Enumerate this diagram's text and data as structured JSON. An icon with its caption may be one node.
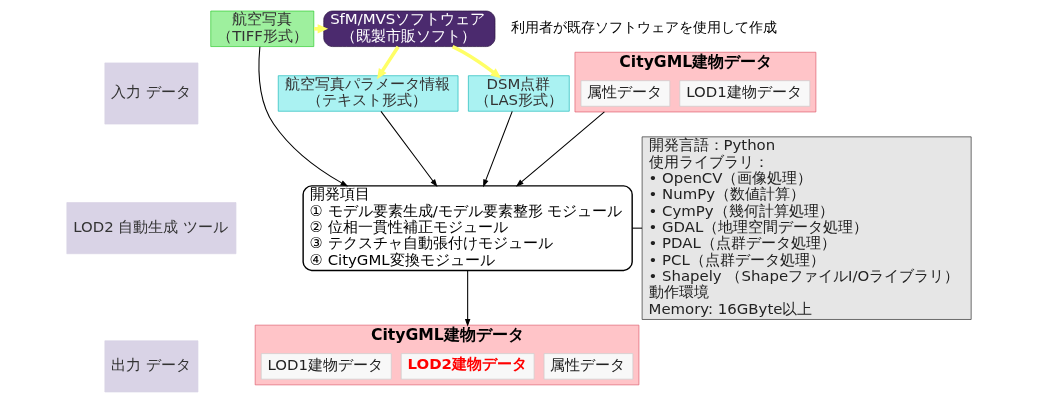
{
  "diagram": {
    "nodes": [
      {
        "text": [
          "入力 データ"
        ]
      },
      {
        "text": [
          "LOD2 自動生成 ツール"
        ]
      },
      {
        "text": [
          "出力 データ"
        ]
      },
      {
        "text": [
          "航空写真",
          "（TIFF形式）"
        ]
      },
      {
        "text": [
          "SfM/MVSソフトウェア",
          "（既製市販ソフト）"
        ]
      },
      {
        "text": [
          "航空写真パラメータ情報",
          "（テキスト形式）"
        ]
      },
      {
        "text": [
          "DSM点群",
          "（LAS形式）"
        ]
      },
      {
        "text": [
          "CityGML建物データ"
        ]
      },
      {
        "text": [
          "LOD1建物データ"
        ],
        "in": 7
      },
      {
        "text": [
          "属性データ"
        ],
        "in": 7
      },
      {
        "text": [
          "開発項目",
          "① モデル要素生成/モデル要素整形 モジュール",
          "② 位相一貫性補正モジュール",
          "③ テクスチャ自動張付けモジュール",
          "④ CityGML変換モジュール"
        ]
      },
      {
        "text": [
          "開発言語：Python",
          "使用ライブラリ：",
          "• OpenCV（画像処理）",
          "• NumPy（数値計算）",
          "• CymPy（幾何計算処理）",
          "• GDAL（地理空間データ処理）",
          "• PDAL（点群データ処理）",
          "• PCL（点群データ処理）",
          "• Shapely （ShapeファイルI/Oライブラリ）",
          "動作環境",
          "Memory: 16GByte以上"
        ]
      },
      {
        "text": [
          "CityGML建物データ"
        ]
      },
      {
        "text": [
          "LOD1建物データ"
        ],
        "in": 12
      },
      {
        "text": [
          "LOD2建物データ"
        ],
        "in": 12
      },
      {
        "text": [
          "属性データ"
        ],
        "in": 12
      }
    ],
    "edges": [
      {
        "from": 3,
        "to": 4,
        "arrow": "to",
        "style": "thick",
        "color": "#ffff66"
      },
      {
        "from": 4,
        "to": 5,
        "arrow": "to",
        "style": "thick",
        "color": "#ffff66"
      },
      {
        "from": 4,
        "to": 6,
        "arrow": "to",
        "style": "thick",
        "color": "#ffff66"
      },
      {
        "from": 3,
        "to": 10,
        "arrow": "to"
      },
      {
        "from": 5,
        "to": 10,
        "arrow": "to"
      },
      {
        "from": 6,
        "to": 10,
        "arrow": "to"
      },
      {
        "from": 7,
        "to": 10,
        "arrow": "to"
      },
      {
        "from": 10,
        "to": 12,
        "arrow": "to"
      },
      {
        "from": 10,
        "to": 11,
        "arrow": "none"
      }
    ],
    "labels": [
      "利用者が既存ソフトウェアを使用して作成"
    ]
  }
}
